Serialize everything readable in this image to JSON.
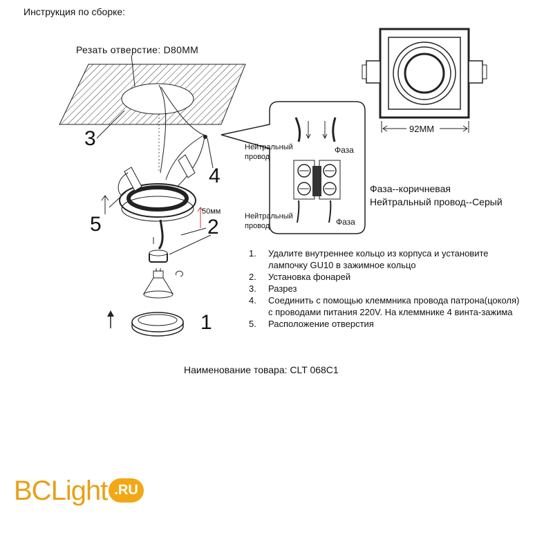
{
  "header": {
    "title": "Инструкция по сборке:"
  },
  "diagram": {
    "cut_label": "Резать отверстие:  D80MM",
    "numbers": [
      "1",
      "2",
      "3",
      "4",
      "5"
    ],
    "clearance_label": "50мм",
    "width_label": "92MM",
    "inset": {
      "neutral_top": "Нейтральный\nпровод",
      "phase_top": "Фаза",
      "neutral_bottom": "Нейтральный\nпровод",
      "phase_bottom": "Фаза"
    },
    "legend": {
      "phase": "Фаза--коричневая",
      "neutral": "Нейтральный  провод--Серый"
    }
  },
  "steps": [
    {
      "num": "1.",
      "text": "Удалите внутреннее кольцо из корпуса и установите лампочку GU10 в зажимное кольцо"
    },
    {
      "num": "2.",
      "text": "Установка фонарей"
    },
    {
      "num": "3.",
      "text": "Разрез"
    },
    {
      "num": "4.",
      "text": "Соединить с помощью клеммника провода патрона(цоколя) с проводами питания 220V. На клеммнике 4 винта-зажима"
    },
    {
      "num": "5.",
      "text": "Расположение отверстия"
    }
  ],
  "product": {
    "label": "Наименование товара: CLT 068C1"
  },
  "logo": {
    "text": "BCLight",
    "badge": ".RU",
    "color": "#e8a019"
  }
}
